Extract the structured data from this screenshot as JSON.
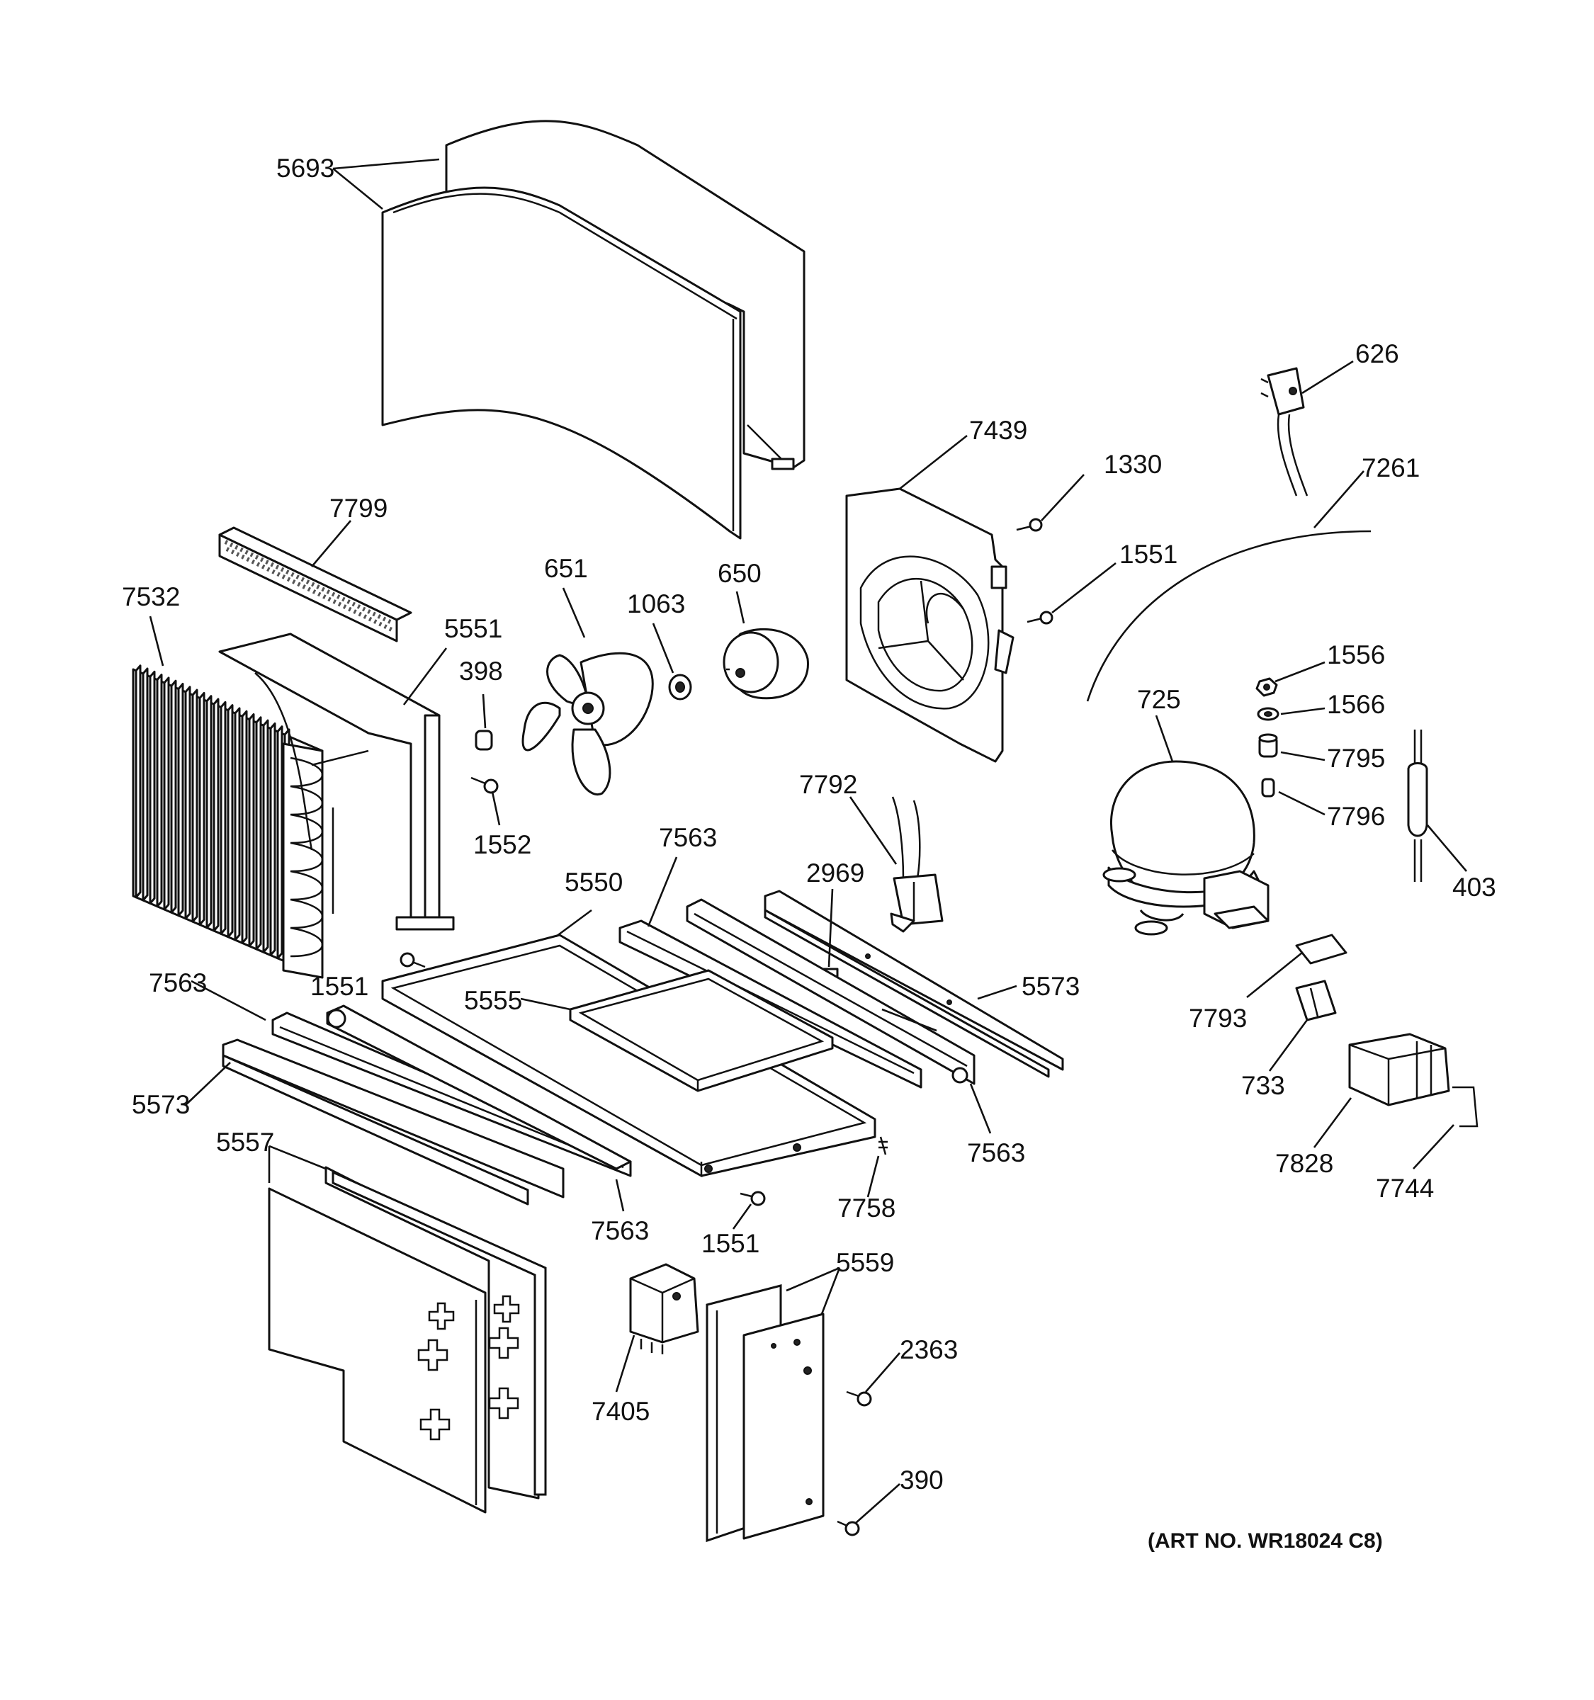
{
  "art_number": "(ART NO. WR18024 C8)",
  "labels": {
    "l5693": "5693",
    "l7799": "7799",
    "l7532": "7532",
    "l5551": "5551",
    "l651": "651",
    "l1063": "1063",
    "l650": "650",
    "l398": "398",
    "l1552": "1552",
    "l7439": "7439",
    "l1330": "1330",
    "l1551a": "1551",
    "l626": "626",
    "l7261": "7261",
    "l1556": "1556",
    "l1566": "1566",
    "l7795": "7795",
    "l7796": "7796",
    "l725": "725",
    "l403": "403",
    "l7792": "7792",
    "l7563a": "7563",
    "l2969": "2969",
    "l5550": "5550",
    "l5573a": "5573",
    "l1551b": "1551",
    "l5555": "5555",
    "l7563b": "7563",
    "l5573b": "5573",
    "l7563c": "7563",
    "l7793": "7793",
    "l733": "733",
    "l7828": "7828",
    "l7744": "7744",
    "l5557": "5557",
    "l7563d": "7563",
    "l1551c": "1551",
    "l7758": "7758",
    "l5559": "5559",
    "l7405": "7405",
    "l2363": "2363",
    "l390": "390"
  }
}
